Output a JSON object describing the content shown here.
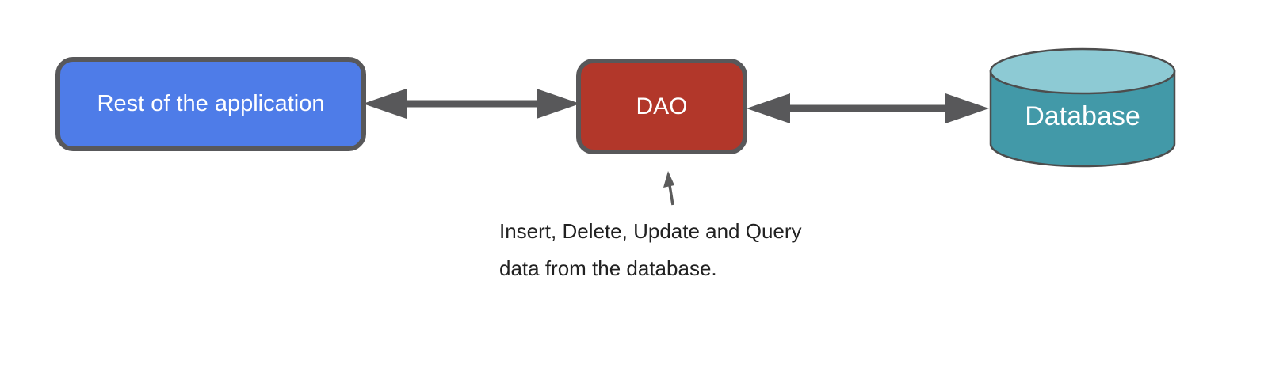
{
  "page": {
    "background": "#ffffff"
  },
  "diagram": {
    "nodes": {
      "application": {
        "label": "Rest of the application",
        "fill": "#4e7ce8",
        "border_color": "#58585a",
        "text_color": "#ffffff"
      },
      "dao": {
        "label": "DAO",
        "fill": "#b2372a",
        "border_color": "#58585a",
        "text_color": "#ffffff"
      },
      "database": {
        "label": "Database",
        "body_fill": "#4299a8",
        "top_fill": "#8dcad4",
        "border_color": "#4d4d4d",
        "text_color": "#ffffff"
      }
    },
    "connectors": {
      "arrow_color": "#58585a",
      "pointer_color": "#5b5b5b",
      "app_dao": "bidirectional-arrow",
      "dao_db": "bidirectional-arrow",
      "annotation_pointer": "up-arrow"
    },
    "annotation": {
      "line1": "Insert, Delete, Update and Query",
      "line2": "data from the database.",
      "text_color": "#212121"
    }
  }
}
